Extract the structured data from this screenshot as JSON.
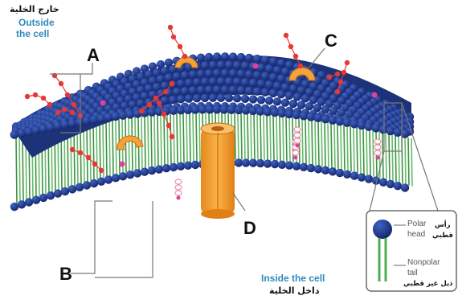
{
  "labels": {
    "outside_ar": "خارج الخلية",
    "outside_en_1": "Outside",
    "outside_en_2": "the cell",
    "inside_en": "Inside the cell",
    "inside_ar": "داخل الخلية",
    "a": "A",
    "b": "B",
    "c": "C",
    "d": "D"
  },
  "inset": {
    "polar_1": "Polar",
    "polar_2": "head",
    "polar_ar_1": "رأس",
    "polar_ar_2": "قطبي",
    "nonpolar_1": "Nonpolar",
    "nonpolar_2": "tail",
    "nonpolar_ar": "ذيل غير قطبي"
  },
  "colors": {
    "head": "#1f3a8a",
    "tail": "#4caf50",
    "channel_protein": "#f4a23a",
    "carbohydrate": "#e53935",
    "cholesterol": "#f48fb1",
    "label_blue": "#2e8bc0"
  }
}
